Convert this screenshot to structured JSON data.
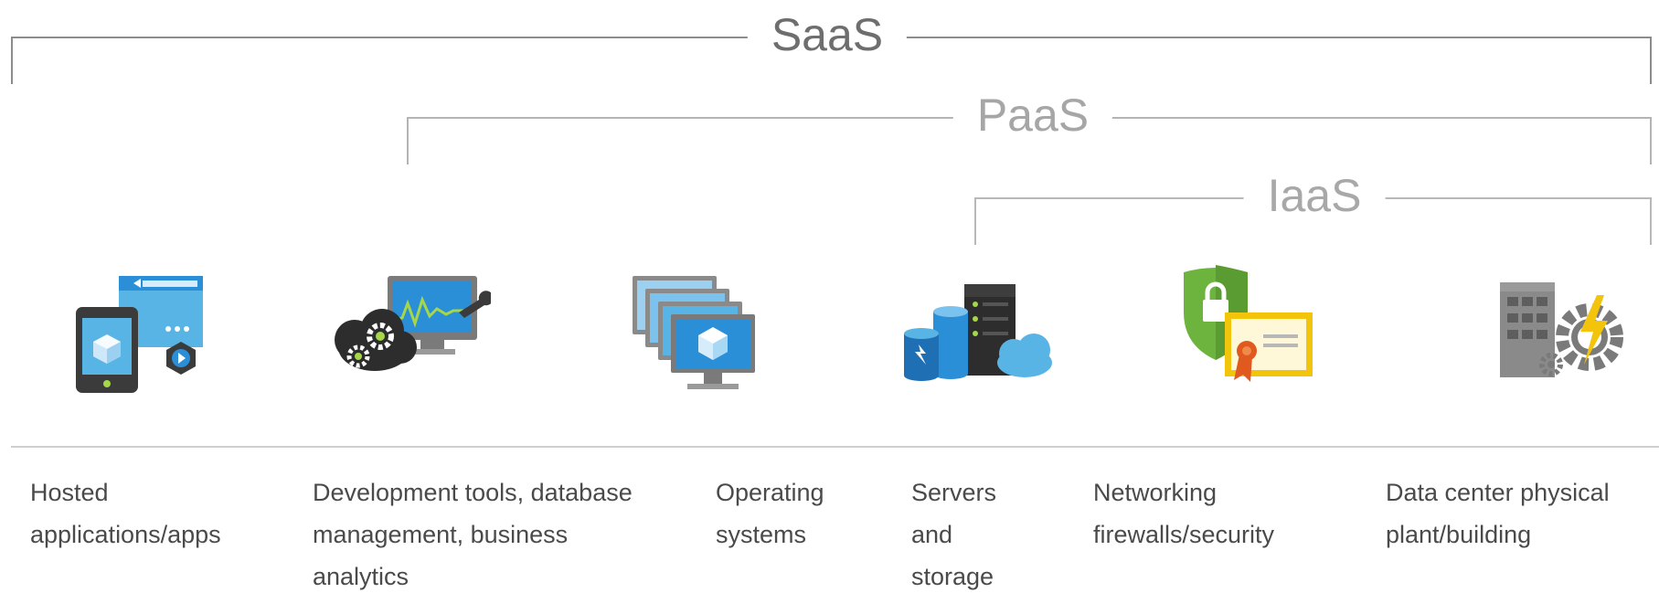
{
  "tiers": {
    "saas": "SaaS",
    "paas": "PaaS",
    "iaas": "IaaS"
  },
  "columns": [
    {
      "icon": "hosted-apps-icon",
      "caption": "Hosted applications/apps"
    },
    {
      "icon": "dev-tools-icon",
      "caption": "Development tools, database management, business analytics"
    },
    {
      "icon": "operating-systems-icon",
      "caption": "Operating systems"
    },
    {
      "icon": "servers-storage-icon",
      "caption": "Servers and storage"
    },
    {
      "icon": "networking-security-icon",
      "caption": "Networking firewalls/security"
    },
    {
      "icon": "datacenter-icon",
      "caption": "Data center physical plant/building"
    }
  ],
  "colors": {
    "azure_blue": "#2a8fd6",
    "light_blue": "#59b4e6",
    "dark_gray": "#3b3b3b",
    "mid_gray": "#7a7a7a",
    "green": "#6db43f",
    "yellow": "#f2c40c",
    "orange": "#e05a1f"
  }
}
